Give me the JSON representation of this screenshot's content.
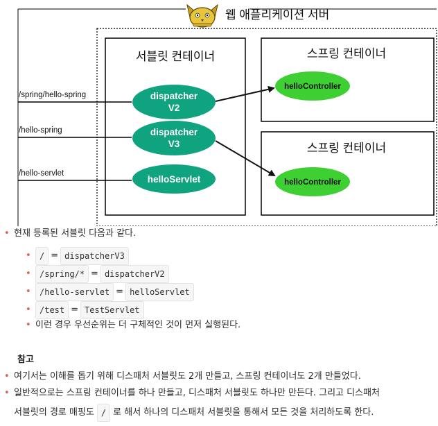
{
  "diagram": {
    "title": "웹 애플리케이션 서버",
    "servlet_container_label": "서블릿 컨테이너",
    "spring_container_label_1": "스프링 컨테이너",
    "spring_container_label_2": "스프링 컨테이너",
    "paths": [
      "/spring/hello-spring",
      "/hello-spring",
      "/hello-servlet"
    ],
    "dispatcher_v2": [
      "dispatcher",
      "V2"
    ],
    "dispatcher_v3": [
      "dispatcher",
      "V3"
    ],
    "hello_servlet": "helloServlet",
    "controller_1": "helloController",
    "controller_2": "helloController",
    "colors": {
      "node_fill": "#10a37f",
      "controller_fill": "#3ecf33",
      "arrow": "#111111"
    },
    "logo_icon": "tomcat-cat-icon"
  },
  "notes": {
    "intro": "현재 등록된 서블릿 다음과 같다.",
    "mappings": [
      {
        "path": "/",
        "servlet": "dispatcherV3"
      },
      {
        "path": "/spring/*",
        "servlet": "dispatcherV2"
      },
      {
        "path": "/hello-servlet",
        "servlet": "helloServlet"
      },
      {
        "path": "/test",
        "servlet": "TestServlet"
      }
    ],
    "eq_sign": "=",
    "priority_note": "이런 경우 우선순위는 더 구체적인 것이 먼저 실행된다.",
    "ref_title": "참고",
    "ref_line1": "여기서는 이해를 돕기 위해 디스패처 서블릿도 2개 만들고, 스프링 컨테이너도 2개 만들었다.",
    "ref_line2_a": "일반적으로는 스프링 컨테이너를 하나 만들고, 디스패처 서블릿도 하나만 만든다. 그리고 디스패처",
    "ref_line3_a": "서블릿의 경로 매핑도",
    "ref_line3_code": "/",
    "ref_line3_b": "로 해서 하나의 디스패처 서블릿을 통해서 모든 것을 처리하도록 한다."
  }
}
